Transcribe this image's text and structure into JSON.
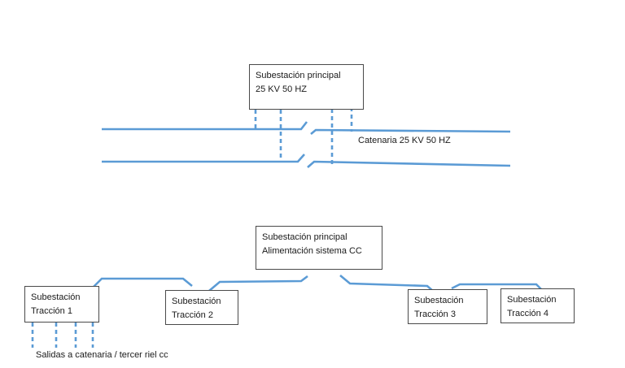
{
  "top_section": {
    "main_substation": {
      "line1": "Subestación principal",
      "line2": "25 KV 50 HZ"
    },
    "catenary_label": "Catenaria 25 KV 50 HZ"
  },
  "bottom_section": {
    "main_substation": {
      "line1": "Subestación principal",
      "line2": "Alimentación sistema CC"
    },
    "traction_substations": [
      {
        "line1": "Subestación",
        "line2": "Tracción 1"
      },
      {
        "line1": "Subestación",
        "line2": "Tracción 2"
      },
      {
        "line1": "Subestación",
        "line2": "Tracción 3"
      },
      {
        "line1": "Subestación",
        "line2": "Tracción 4"
      }
    ],
    "outputs_label": "Salidas a catenaria / tercer riel cc"
  },
  "colors": {
    "line": "#5b9bd5",
    "box_border": "#4a4a4a"
  }
}
